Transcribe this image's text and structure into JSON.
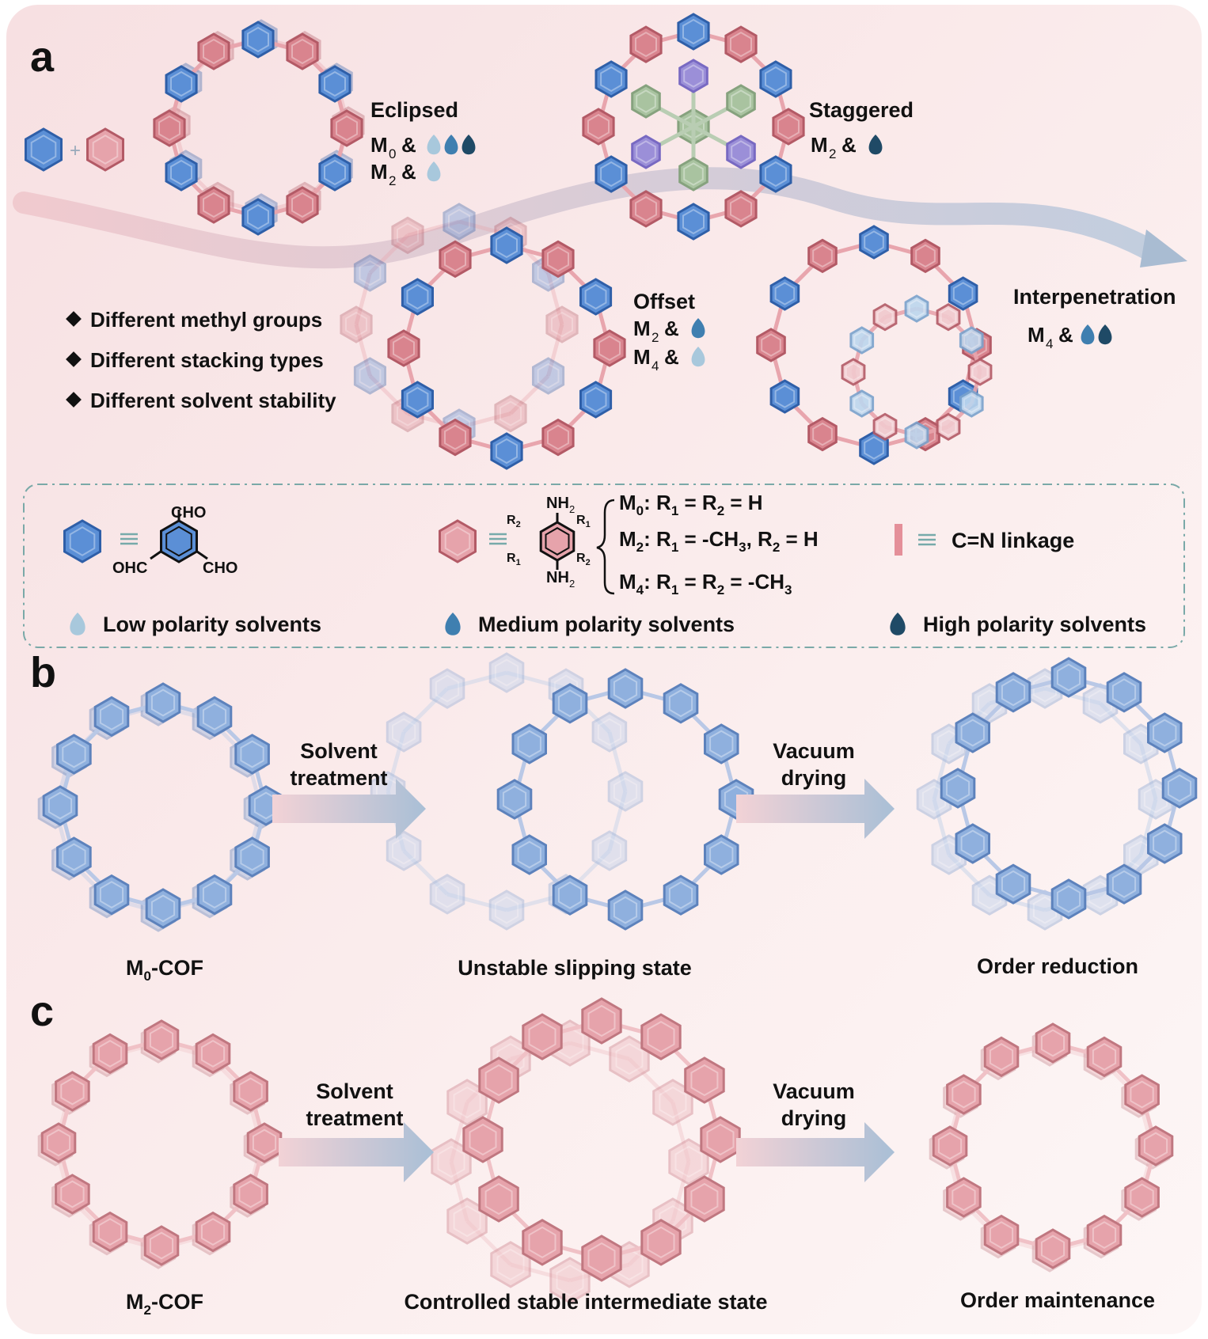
{
  "panels": {
    "a": "a",
    "b": "b",
    "c": "c"
  },
  "stacking": {
    "eclipsed": {
      "title": "Eclipsed",
      "m0": "M",
      "m0_sub": "0",
      "m2": "M",
      "m2_sub": "2",
      "amp": "&"
    },
    "staggered": {
      "title": "Staggered",
      "m2": "M",
      "m2_sub": "2",
      "amp": "&"
    },
    "offset": {
      "title": "Offset",
      "m2": "M",
      "m2_sub": "2",
      "m4": "M",
      "m4_sub": "4",
      "amp": "&"
    },
    "interpenetration": {
      "title": "Interpenetration",
      "m4": "M",
      "m4_sub": "4",
      "amp": "&"
    }
  },
  "bullets": [
    "Different methyl groups",
    "Different stacking types",
    "Different solvent stability"
  ],
  "legend": {
    "cho_top": "CHO",
    "cho_left": "OHC",
    "cho_right": "CHO",
    "nh2_top": "NH",
    "nh2_bottom": "NH",
    "nh2_sub": "2",
    "r": "R",
    "m0_def": {
      "m": "M",
      "m_sub": "0",
      "text": ": R",
      "r1": "1",
      "mid": " = R",
      "r2": "2",
      "end": " = H"
    },
    "m2_def": {
      "m": "M",
      "m_sub": "2",
      "text": ": R",
      "r1": "1",
      "mid": " = -CH",
      "ch_sub": "3",
      "mid2": ", R",
      "r2": "2",
      "end": " = H"
    },
    "m4_def": {
      "m": "M",
      "m_sub": "4",
      "text": ": R",
      "r1": "1",
      "mid": " = R",
      "r2": "2",
      "end": " = -CH",
      "ch_sub": "3"
    },
    "linkage": "C=N linkage",
    "low": "Low polarity solvents",
    "medium": "Medium polarity solvents",
    "high": "High polarity solvents"
  },
  "row_b": {
    "arrow1": [
      "Solvent",
      "treatment"
    ],
    "arrow2": [
      "Vacuum",
      "drying"
    ],
    "cap1_m": "M",
    "cap1_sub": "0",
    "cap1_rest": "-COF",
    "cap2": "Unstable slipping state",
    "cap3": "Order reduction"
  },
  "row_c": {
    "arrow1": [
      "Solvent",
      "treatment"
    ],
    "arrow2": [
      "Vacuum",
      "drying"
    ],
    "cap1_m": "M",
    "cap1_sub": "2",
    "cap1_rest": "-COF",
    "cap2": "Controlled stable intermediate state",
    "cap3": "Order maintenance"
  },
  "colors": {
    "blue": "#5b8fd6",
    "blue_dark": "#2f5fa8",
    "pink": "#d9848e",
    "pink_dark": "#b35a66",
    "green": "#a9c3a0",
    "purple": "#9b8fd8",
    "drop_low": "#a8c8dc",
    "drop_med": "#3f7fb0",
    "drop_high": "#1f4a66"
  }
}
